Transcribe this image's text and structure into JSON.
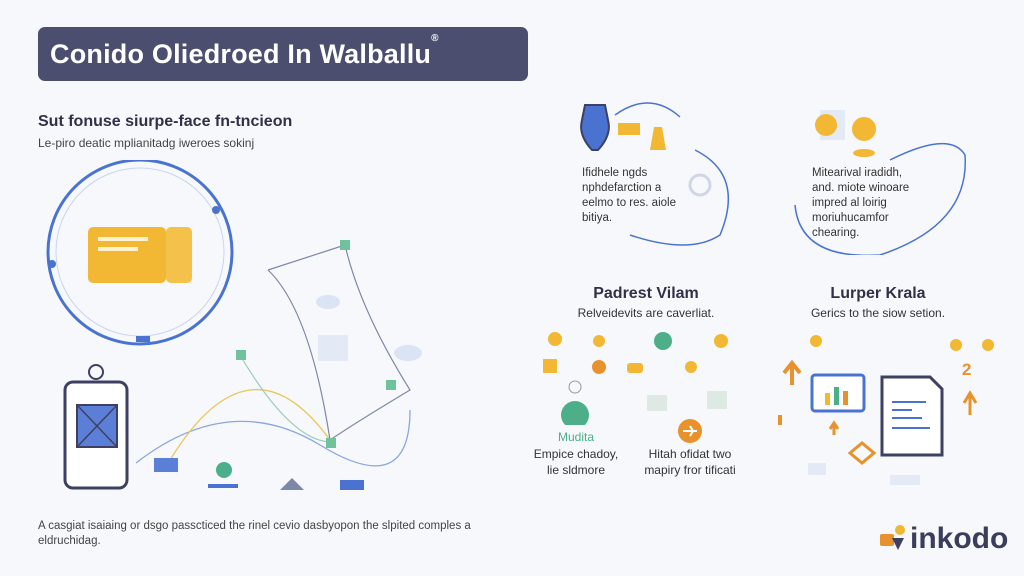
{
  "header": {
    "title": "Conido Oliedroed In Walballu",
    "mark": "®"
  },
  "intro": {
    "heading": "Sut fonuse siurpe-face fn-tncieon",
    "description": "Le-piro deatic mplianitadg iweroes sokinj"
  },
  "panel_top_left": {
    "lines": [
      "Ifidhele ngds",
      "nphdefarction a",
      "eelmo to res. aiole",
      "bitiya."
    ]
  },
  "panel_top_right": {
    "lines": [
      "Mitearival iradidh,",
      "and. miote winoare",
      "impred al loirig",
      "moriuhucamfor",
      "chearing."
    ]
  },
  "section_left": {
    "title": "Padrest Vilam",
    "description": "Relveidevits are caverliat.",
    "items": [
      {
        "label": "Mudita",
        "lines": [
          "Empice chadoy,",
          "lie sldmore"
        ]
      },
      {
        "lines": [
          "Hitah ofidat two",
          "mapiry fror tificati"
        ]
      }
    ]
  },
  "section_right": {
    "title": "Lurper Krala",
    "description": "Gerics to the siow setion.",
    "number": "2"
  },
  "footer": {
    "text": "A casgiat isaiaing or dsgo passcticed the rinel cevio dasbyopon the slpited comples a eldruchidag.",
    "logo": "inkodo"
  },
  "colors": {
    "banner": "#4b4e6f",
    "accent_blue": "#4a73d1",
    "accent_yellow": "#f2b833",
    "accent_orange": "#e8922e",
    "accent_green": "#4caf8a"
  }
}
